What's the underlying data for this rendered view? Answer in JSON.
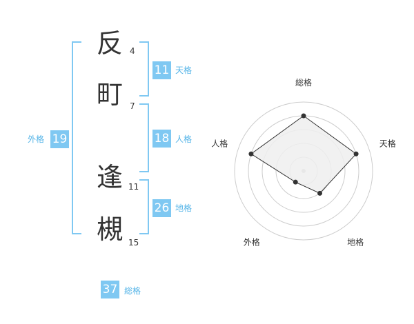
{
  "name_chars": [
    {
      "char": "反",
      "strokes": "4"
    },
    {
      "char": "町",
      "strokes": "7"
    },
    {
      "char": "逢",
      "strokes": "11"
    },
    {
      "char": "槻",
      "strokes": "15"
    }
  ],
  "kaku": {
    "tenkaku": {
      "value": "11",
      "label": "天格"
    },
    "jinkaku": {
      "value": "18",
      "label": "人格"
    },
    "chikaku": {
      "value": "26",
      "label": "地格"
    },
    "gaikaku": {
      "value": "19",
      "label": "外格"
    },
    "soukaku": {
      "value": "37",
      "label": "総格"
    }
  },
  "colors": {
    "accent": "#7fc8f2",
    "accent_label": "#56b5e8",
    "text": "#333333",
    "radar_fill": "#eeeeee",
    "radar_grid": "#cccccc"
  },
  "chart_data": {
    "type": "radar",
    "axes": [
      "総格",
      "天格",
      "地格",
      "外格",
      "人格"
    ],
    "values": [
      4,
      4,
      2,
      1,
      4
    ],
    "rmax": 5,
    "rings": 5
  }
}
